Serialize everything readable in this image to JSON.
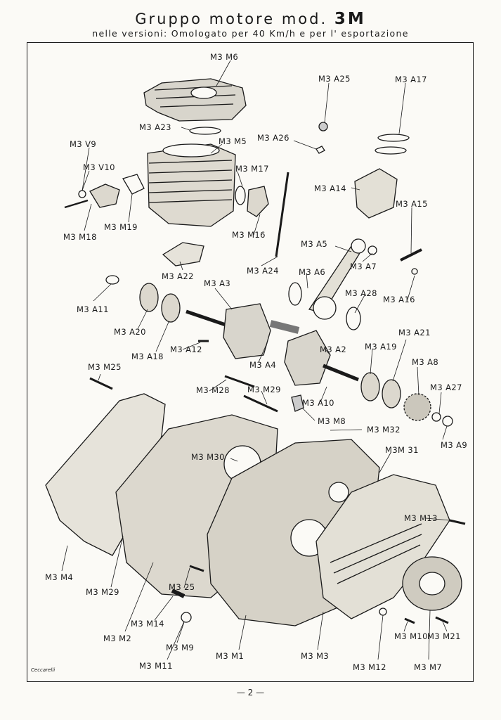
{
  "header": {
    "title_prefix": "Gruppo motore mod.",
    "title_model": "3M",
    "subtitle": "nelle versioni: Omologato per 40 Km/h e per l' esportazione"
  },
  "labels": {
    "m6": "M3 M6",
    "a25": "M3 A25",
    "a17": "M3 A17",
    "a23": "M3 A23",
    "m5": "M3 M5",
    "a26": "M3 A26",
    "v9": "M3 V9",
    "v10": "M3 V10",
    "m17": "M3 M17",
    "a14": "M3 A14",
    "a15": "M3 A15",
    "m18": "M3 M18",
    "m19": "M3 M19",
    "m16": "M3 M16",
    "a5": "M3 A5",
    "a22": "M3 A22",
    "a6": "M3 A6",
    "a7": "M3 A7",
    "a24": "M3 A24",
    "a3": "M3 A3",
    "a28": "M3 A28",
    "a16": "M3 A16",
    "a11": "M3 A11",
    "a20": "M3 A20",
    "a21": "M3 A21",
    "a19": "M3 A19",
    "a2": "M3 A2",
    "a18": "M3 A18",
    "a12": "M3 A12",
    "a4": "M3 A4",
    "a8": "M3 A8",
    "m25_top": "M3 M25",
    "m28": "M3 M28",
    "m29_top": "M3 M29",
    "a27": "M3 A27",
    "a10": "M3 A10",
    "m8": "M3 M8",
    "m32": "M3 M32",
    "a9": "M3 A9",
    "m30": "M3 M30",
    "m31": "M3M 31",
    "m13": "M3 M13",
    "m4": "M3 M4",
    "m29_bottom": "M3 M29",
    "m25_bottom": "M3 25",
    "m14": "M3 M14",
    "m2": "M3 M2",
    "m9": "M3 M9",
    "m1": "M3 M1",
    "m3": "M3 M3",
    "m10": "M3 M10",
    "m21": "M3 M21",
    "m11": "M3 M11",
    "m12": "M3 M12",
    "m7": "M3 M7"
  },
  "footer": {
    "signature": "Ceccarelli",
    "page_number": "— 2 —"
  }
}
